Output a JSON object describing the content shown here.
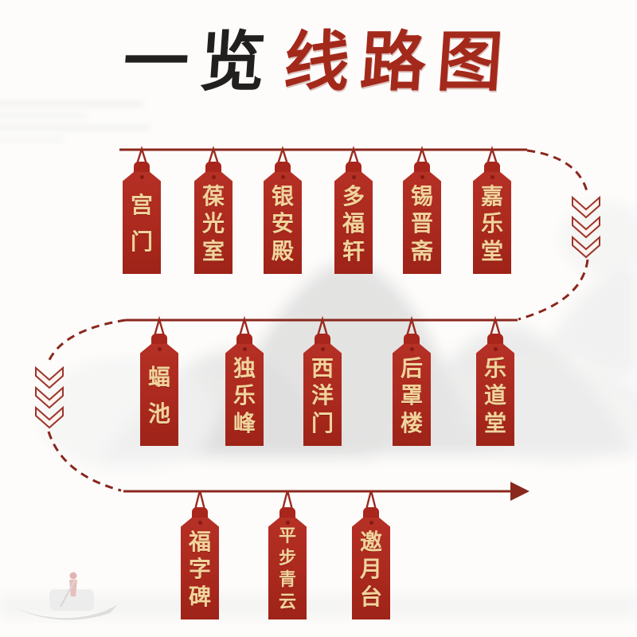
{
  "title": {
    "black_part": "一览",
    "red_part": "线路图"
  },
  "rows": [
    {
      "name": "row-1",
      "stops": [
        "宫门",
        "葆光室",
        "银安殿",
        "多福轩",
        "锡晋斋",
        "嘉乐堂"
      ]
    },
    {
      "name": "row-2",
      "stops": [
        "蝠池",
        "独乐峰",
        "西洋门",
        "后罩楼",
        "乐道堂"
      ]
    },
    {
      "name": "row-3",
      "stops": [
        "福字碑",
        "平步青云",
        "邀月台"
      ]
    }
  ],
  "icons": {
    "flow_chevron_right_side": "triple-chevron-down",
    "flow_chevron_left_side": "triple-chevron-down",
    "route_end": "arrowhead-right"
  },
  "colors": {
    "tag_red": "#ab291e",
    "tag_text_gold": "#f0d49c",
    "route_line": "#8a281d",
    "title_black": "#221f1f",
    "title_red": "#a3291b",
    "background": "#fdfcfb"
  }
}
